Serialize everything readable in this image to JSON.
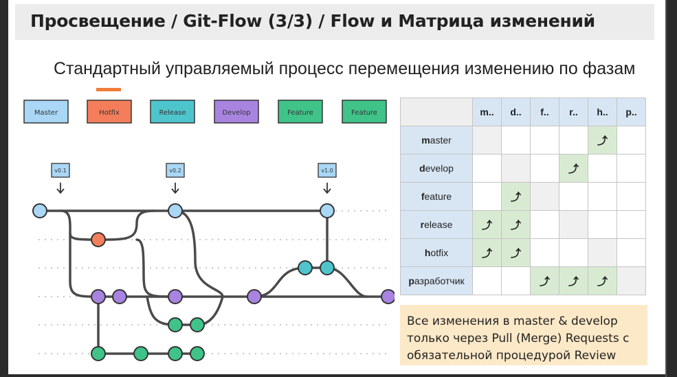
{
  "slide": {
    "title": "Просвещение / Git-Flow (3/3) / Flow и Матрица изменений",
    "subtitle": "Стандартный управляемый процесс перемещения изменению по фазам"
  },
  "legend": [
    {
      "label": "Master",
      "color": "#a9d7f5"
    },
    {
      "label": "Hotfix",
      "color": "#f47e5b"
    },
    {
      "label": "Release",
      "color": "#4ec5cd"
    },
    {
      "label": "Develop",
      "color": "#a884e0"
    },
    {
      "label": "Feature",
      "color": "#40c389"
    },
    {
      "label": "Feature",
      "color": "#40c389"
    }
  ],
  "versions": [
    "v0.1",
    "v0.2",
    "v1.0"
  ],
  "matrix": {
    "columns": [
      "m..",
      "d..",
      "f..",
      "r..",
      "h..",
      "p.."
    ],
    "rows": [
      {
        "lead": "m",
        "rest": "aster",
        "cells": [
          "diag",
          "",
          "",
          "",
          "on",
          ""
        ]
      },
      {
        "lead": "d",
        "rest": "evelop",
        "cells": [
          "",
          "diag",
          "",
          "on",
          "",
          ""
        ]
      },
      {
        "lead": "f",
        "rest": "eature",
        "cells": [
          "",
          "on",
          "diag",
          "",
          "",
          ""
        ]
      },
      {
        "lead": "r",
        "rest": "elease",
        "cells": [
          "on",
          "on",
          "",
          "diag",
          "",
          ""
        ]
      },
      {
        "lead": "h",
        "rest": "otfix",
        "cells": [
          "on",
          "on",
          "",
          "",
          "diag",
          ""
        ]
      },
      {
        "lead": "р",
        "rest": "азработчик",
        "cells": [
          "",
          "",
          "on",
          "on",
          "on",
          "diag"
        ]
      }
    ],
    "mark": "⤴"
  },
  "note": "Все изменения в master & develop только через Pull (Merge) Requests с обязательной процедурой Review"
}
